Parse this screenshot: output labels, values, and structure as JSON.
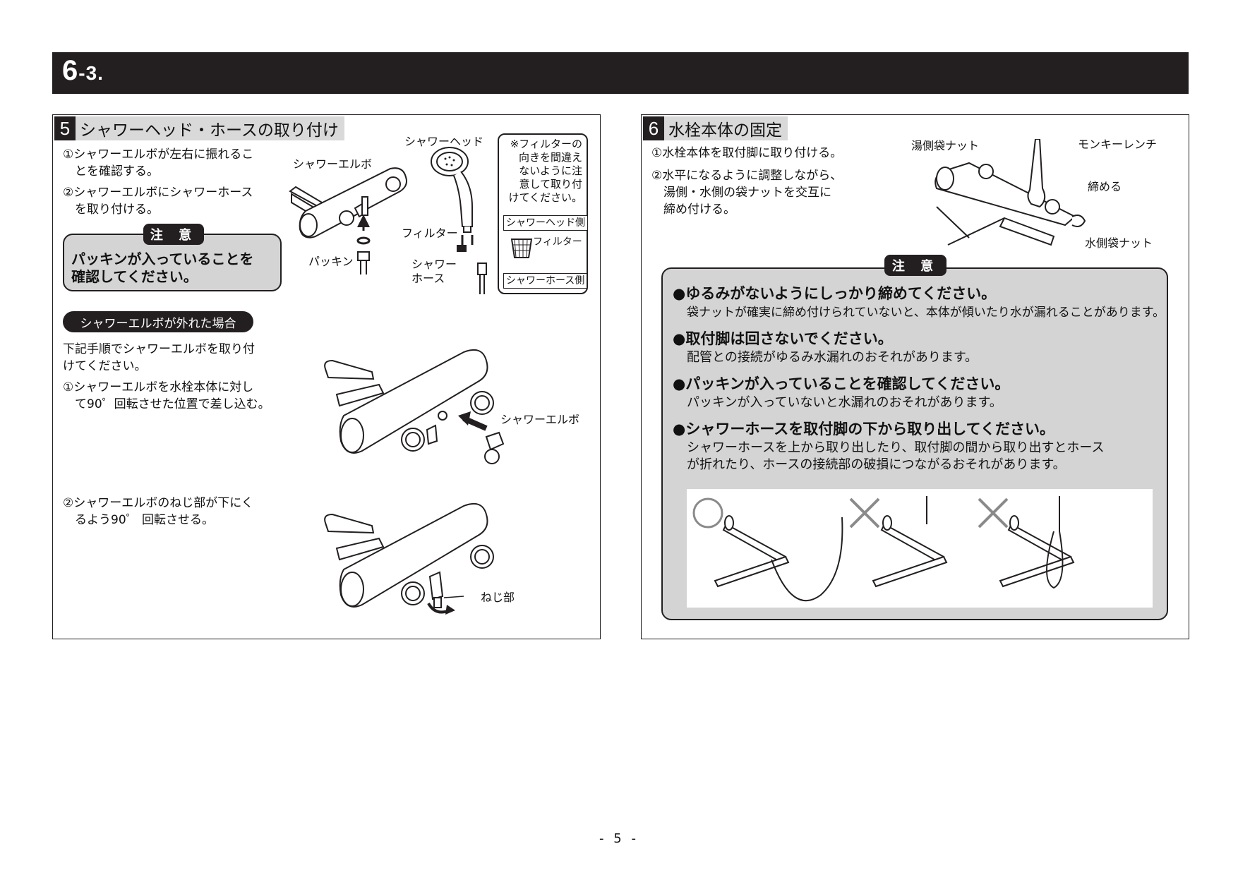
{
  "header": {
    "section_major": "6",
    "section_minor": "-3."
  },
  "left": {
    "step_number": "5",
    "step_title": "シャワーヘッド・ホースの取り付け",
    "instructions": [
      "①シャワーエルボが左右に振れるこ",
      "　とを確認する。",
      "②シャワーエルボにシャワーホース",
      "　を取り付ける。"
    ],
    "caution_tag": "注 意",
    "caution_text": [
      "パッキンが入っていることを",
      "確認してください。"
    ],
    "labels": {
      "elbow": "シャワーエルボ",
      "head": "シャワーヘッド",
      "filter": "フィルター",
      "packing": "パッキン",
      "hose_1": "シャワー",
      "hose_2": "ホース"
    },
    "filter_note": [
      "※フィルターの",
      "向きを間違え",
      "ないように注",
      "意して取り付",
      "けてください。"
    ],
    "filter_tags": {
      "head_side": "シャワーヘッド側",
      "filter": "フィルター",
      "hose_side": "シャワーホース側"
    },
    "detached_pill": "シャワーエルボが外れた場合",
    "detached_intro": [
      "下記手順でシャワーエルボを取り付",
      "けてください。"
    ],
    "detached_step1": [
      "①シャワーエルボを水栓本体に対し",
      "　て90゜回転させた位置で差し込む。"
    ],
    "detached_step2": [
      "②シャワーエルボのねじ部が下にく",
      "　るよう90゜ 回転させる。"
    ],
    "fig2_label": "シャワーエルボ",
    "fig3_label": "ねじ部"
  },
  "right": {
    "step_number": "6",
    "step_title": "水栓本体の固定",
    "instructions": [
      "①水栓本体を取付脚に取り付ける。",
      "②水平になるように調整しながら、",
      "　湯側・水側の袋ナットを交互に",
      "　締め付ける。"
    ],
    "labels": {
      "hot_nut": "湯側袋ナット",
      "wrench": "モンキーレンチ",
      "tighten": "締める",
      "cold_nut": "水側袋ナット"
    },
    "caution_tag": "注 意",
    "bullets": [
      {
        "head": "●ゆるみがないようにしっかり締めてください。",
        "body": [
          "袋ナットが確実に締め付けられていないと、本体が傾いたり水が漏れることがあります。"
        ]
      },
      {
        "head": "●取付脚は回さないでください。",
        "body": [
          "配管との接続がゆるみ水漏れのおそれがあります。"
        ]
      },
      {
        "head": "●パッキンが入っていることを確認してください。",
        "body": [
          "パッキンが入っていないと水漏れのおそれがあります。"
        ]
      },
      {
        "head": "●シャワーホースを取付脚の下から取り出してください。",
        "body": [
          "シャワーホースを上から取り出したり、取付脚の間から取り出すとホース",
          "が折れたり、ホースの接続部の破損につながるおそれがあります。"
        ]
      }
    ],
    "marks": [
      "correct",
      "wrong",
      "wrong"
    ]
  },
  "footer": {
    "page_number": "- 5 -"
  }
}
